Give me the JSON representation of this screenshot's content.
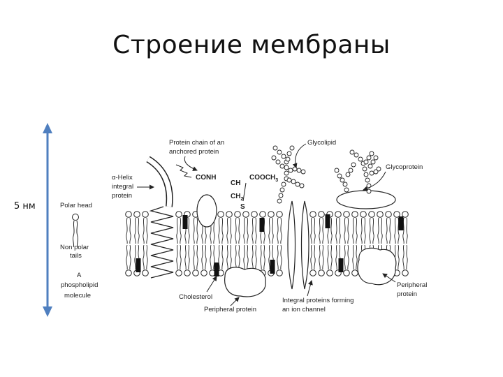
{
  "title": "Строение мембраны",
  "scale": {
    "label": "5 нм",
    "arrow_color": "#4f7fbf"
  },
  "legend": {
    "polar_head": "Polar head",
    "tails_line1": "Non polar",
    "tails_line2": "tails",
    "molecule_line1": "A",
    "molecule_line2": "phospholipid",
    "molecule_line3": "molecule"
  },
  "labels": {
    "helix_line1": "α-Helix",
    "helix_line2": "integral",
    "helix_line3": "protein",
    "anchored_line1": "Protein chain of an",
    "anchored_line2": "anchored protein",
    "conh": "CONH",
    "ch": "CH",
    "cooch3": "COOCH",
    "cooch3_sub": "3",
    "ch2": "CH",
    "ch2_sub": "2",
    "s": "S",
    "glycolipid": "Glycolipid",
    "glycoprotein": "Glycoprotein",
    "cholesterol": "Cholesterol",
    "peripheral_bottom": "Peripheral protein",
    "ion_line1": "Integral proteins forming",
    "ion_line2": "an ion channel",
    "peripheral_right_line1": "Peripheral",
    "peripheral_right_line2": "protein"
  }
}
